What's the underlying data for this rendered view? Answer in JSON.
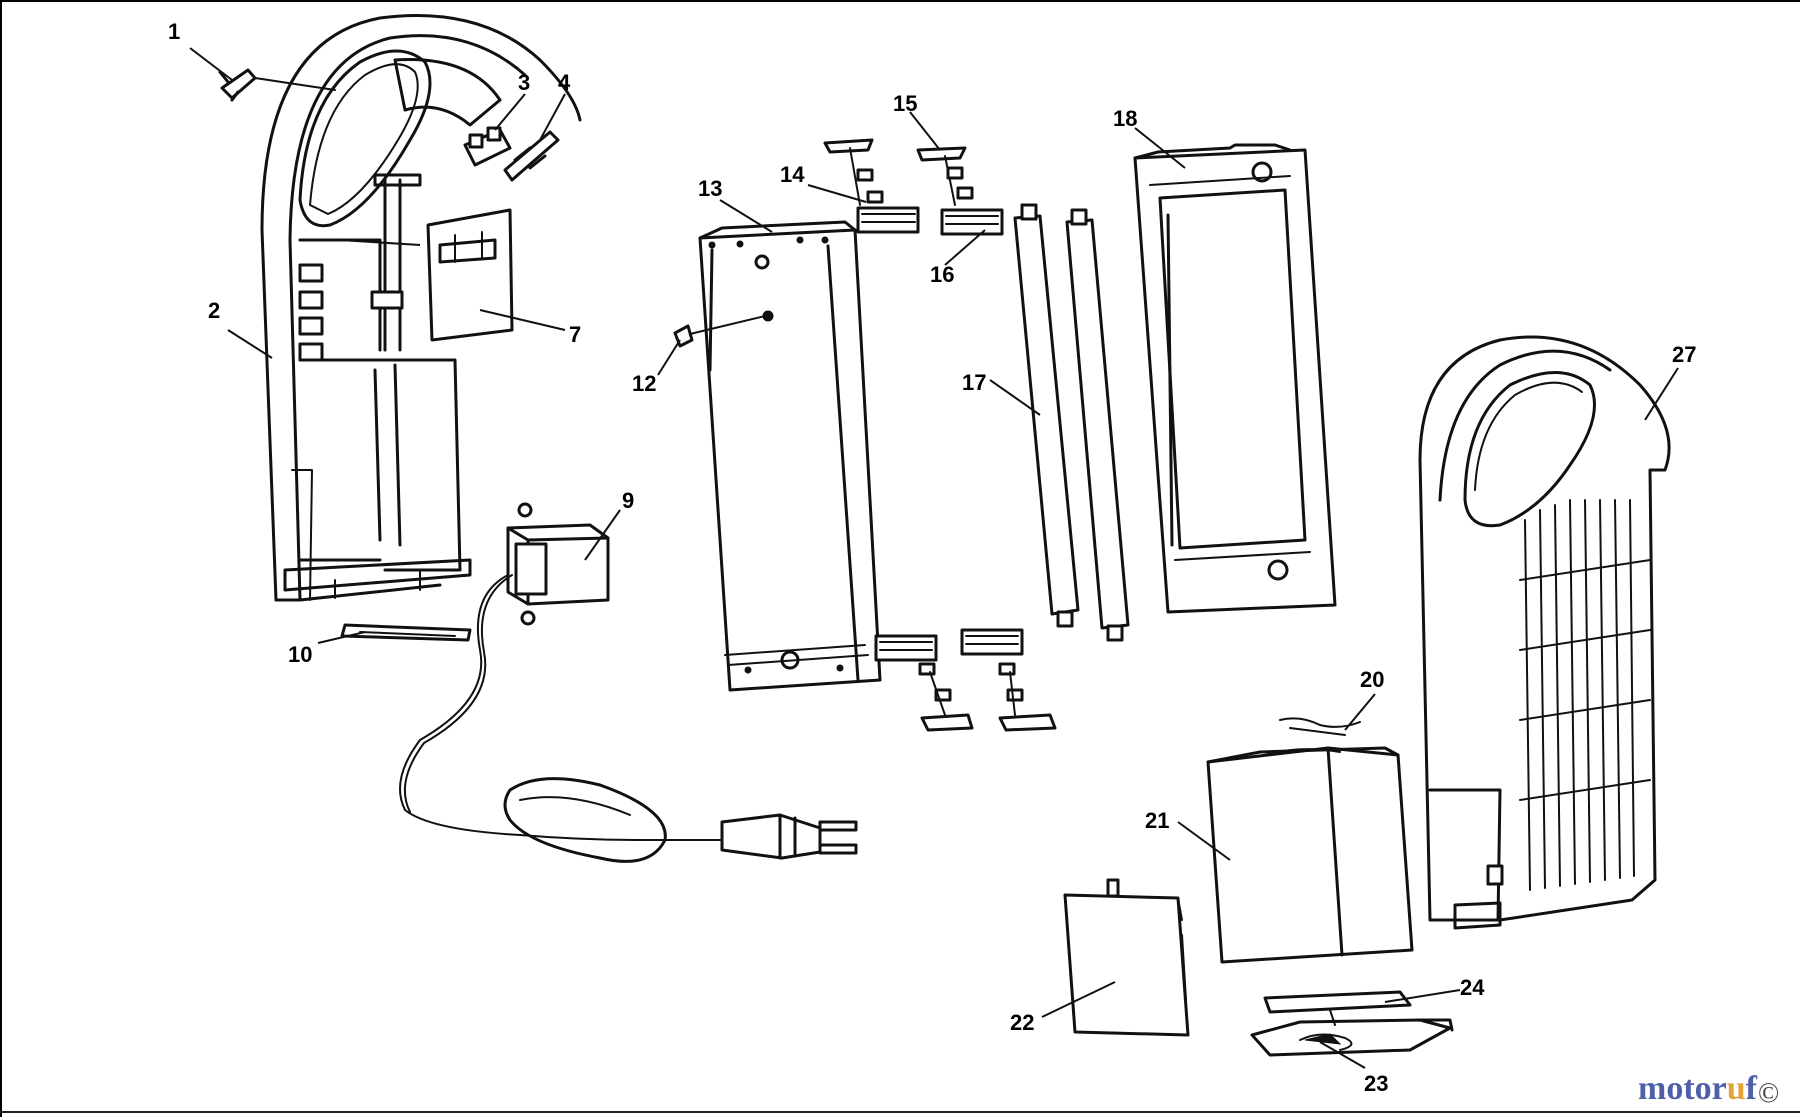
{
  "diagram": {
    "callouts": [
      {
        "id": "1",
        "label": "1"
      },
      {
        "id": "2",
        "label": "2"
      },
      {
        "id": "3",
        "label": "3"
      },
      {
        "id": "4",
        "label": "4"
      },
      {
        "id": "7",
        "label": "7"
      },
      {
        "id": "9",
        "label": "9"
      },
      {
        "id": "10",
        "label": "10"
      },
      {
        "id": "12",
        "label": "12"
      },
      {
        "id": "13",
        "label": "13"
      },
      {
        "id": "14",
        "label": "14"
      },
      {
        "id": "15",
        "label": "15"
      },
      {
        "id": "16",
        "label": "16"
      },
      {
        "id": "17",
        "label": "17"
      },
      {
        "id": "18",
        "label": "18"
      },
      {
        "id": "20",
        "label": "20"
      },
      {
        "id": "21",
        "label": "21"
      },
      {
        "id": "22",
        "label": "22"
      },
      {
        "id": "23",
        "label": "23"
      },
      {
        "id": "24",
        "label": "24"
      },
      {
        "id": "27",
        "label": "27"
      }
    ]
  },
  "watermark": {
    "part_a": "motor",
    "part_b": "u",
    "part_c": "f",
    "mark": "©"
  }
}
